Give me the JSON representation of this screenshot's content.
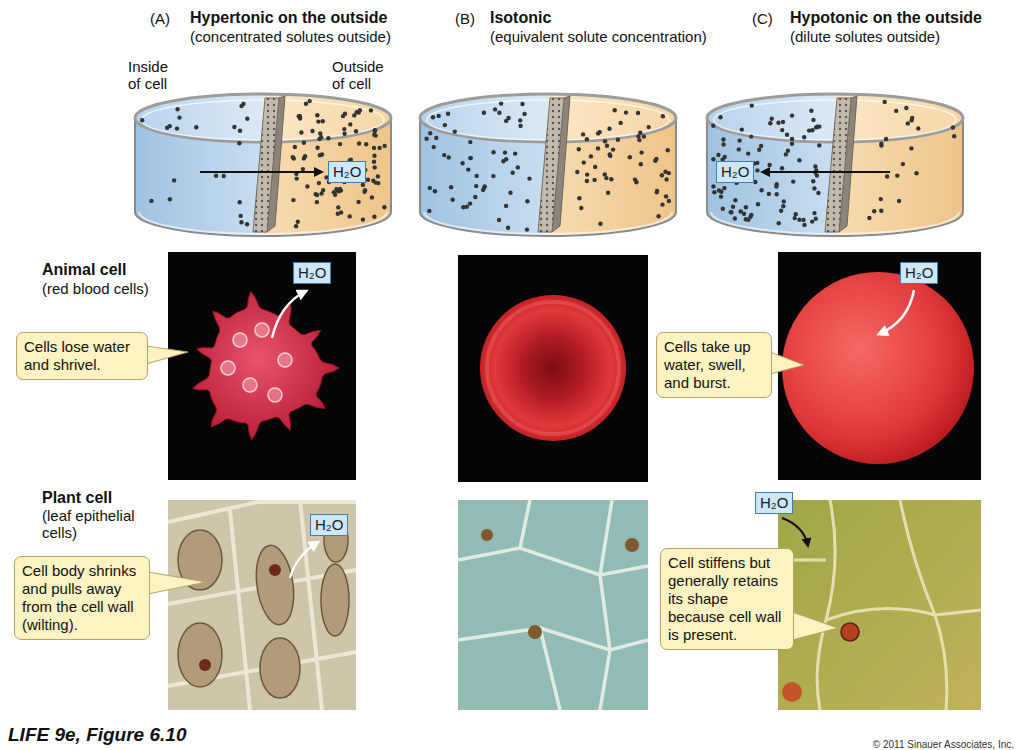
{
  "diagram": {
    "caption": "LIFE 9e, Figure 6.10",
    "nodes": [
      {
        "text": [
          "H₂O"
        ]
      },
      {
        "text": [
          "H₂O"
        ]
      },
      {
        "text": [
          "Cells lose water and shrivel."
        ]
      },
      {
        "text": [
          "H₂O"
        ]
      },
      {
        "text": [
          "H₂O"
        ]
      },
      {
        "text": [
          "Cells take up water, swell, and burst."
        ]
      },
      {
        "text": [
          "Cell body shrinks and pulls away from the cell wall (wilting)."
        ]
      },
      {
        "text": [
          "H₂O"
        ]
      },
      {
        "text": [
          "H₂O"
        ]
      },
      {
        "text": [
          "Cell stiffens but generally retains its shape because cell wall is present."
        ]
      }
    ],
    "labels": [
      "(A)",
      "Hypertonic on the outside",
      "(concentrated solutes outside)",
      "(B)",
      "Isotonic",
      "(equivalent solute concentration)",
      "(C)",
      "Hypotonic on the outside",
      "(dilute solutes outside)",
      "Inside of cell",
      "Outside of cell",
      "Animal cell",
      "(red blood cells)",
      "Plant cell",
      "(leaf epithelial cells)",
      "© 2011 Sinauer Associates, Inc."
    ]
  }
}
